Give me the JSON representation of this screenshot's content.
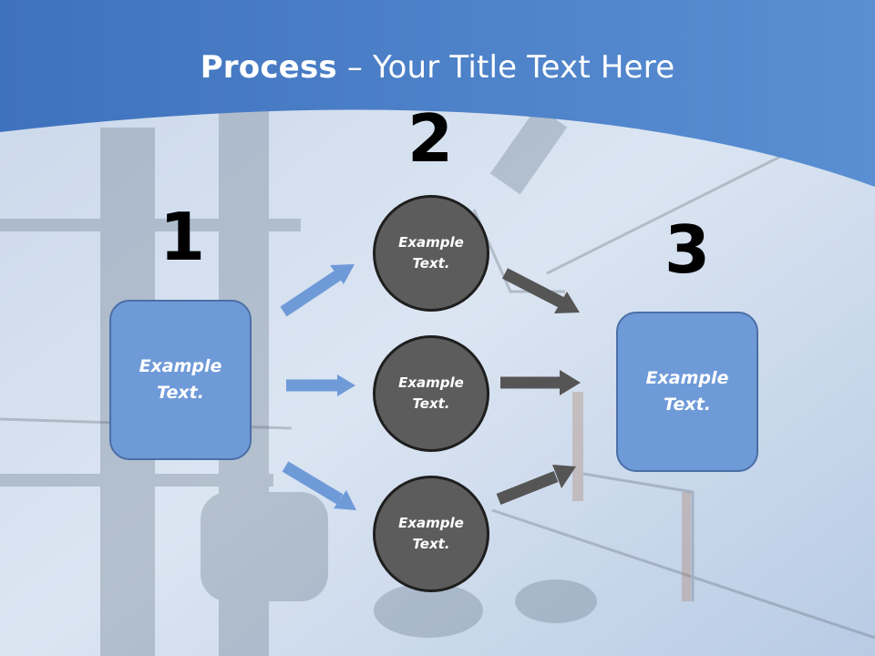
{
  "slide": {
    "title_bold": "Process",
    "title_rest": " – Your Title Text Here",
    "steps": [
      {
        "number": "1",
        "box_text": "Example\nText."
      },
      {
        "number": "2",
        "circles": [
          "Example\nText.",
          "Example\nText.",
          "Example\nText."
        ]
      },
      {
        "number": "3",
        "box_text": "Example\nText."
      }
    ]
  },
  "colors": {
    "header_blue": "#4a7cc4",
    "box_blue": "#6f9ad8",
    "arrow_blue": "#6f9ad8",
    "circle_gray": "#5c5c5c",
    "arrow_gray": "#555555"
  }
}
